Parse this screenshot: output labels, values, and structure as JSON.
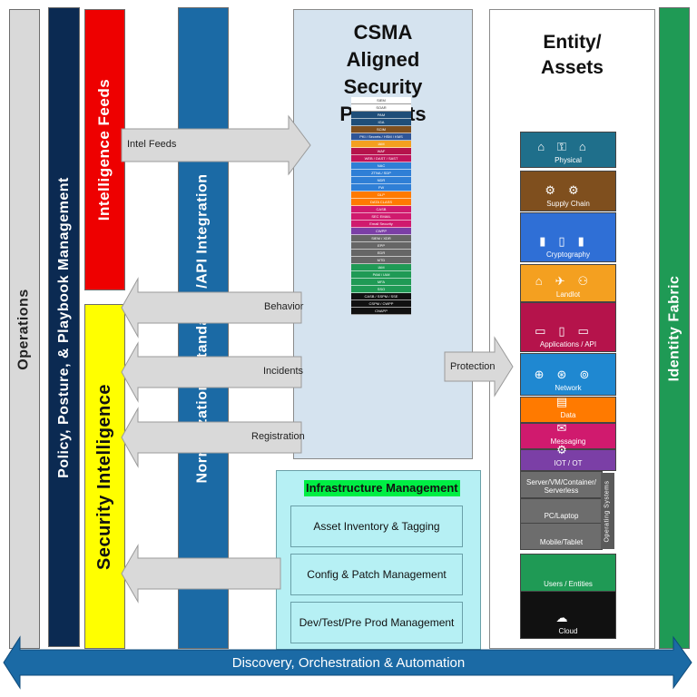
{
  "columns": {
    "operations": "Operations",
    "policy": "Policy, Posture, & Playbook Management",
    "intel_feeds": "Intelligence Feeds",
    "security_intel": "Security Intelligence",
    "normalization": "Normalization / Standards /API Integration",
    "identity_fabric": "Identity Fabric"
  },
  "csma": {
    "title": "CSMA Aligned Security Products"
  },
  "entity": {
    "title": "Entity/ Assets"
  },
  "arrows": {
    "intel_feeds": "Intel Feeds",
    "behavior": "Behavior",
    "incidents": "Incidents",
    "registration": "Registration",
    "protection": "Protection"
  },
  "product_stack": [
    {
      "label": "SIEM",
      "color": "#ffffff"
    },
    {
      "label": "SOAR",
      "color": "#ffffff"
    },
    {
      "label": "PAM",
      "color": "#1f4e79"
    },
    {
      "label": "IGA",
      "color": "#1f4e79"
    },
    {
      "label": "SCIM",
      "color": "#7f4f1e"
    },
    {
      "label": "PKI / Secrets / HSM / KMS",
      "color": "#2f5597"
    },
    {
      "label": "IAM",
      "color": "#f4a020"
    },
    {
      "label": "WAF",
      "color": "#b5134b"
    },
    {
      "label": "WEB / DAST / SAST",
      "color": "#c0145a"
    },
    {
      "label": "NAC",
      "color": "#2f7fd6"
    },
    {
      "label": "ZTNA / SDP",
      "color": "#2f7fd6"
    },
    {
      "label": "NDR",
      "color": "#2f7fd6"
    },
    {
      "label": "FW",
      "color": "#2f7fd6"
    },
    {
      "label": "DLP",
      "color": "#ff7a00"
    },
    {
      "label": "DATA CLASS",
      "color": "#ff7a00"
    },
    {
      "label": "CASB",
      "color": "#d01a6e"
    },
    {
      "label": "SEC EMAIL",
      "color": "#d01a6e"
    },
    {
      "label": "Email Security",
      "color": "#d01a6e"
    },
    {
      "label": "CWPP",
      "color": "#7b3fa6"
    },
    {
      "label": "SIEM / XDR",
      "color": "#666666"
    },
    {
      "label": "EPP",
      "color": "#666666"
    },
    {
      "label": "EDR",
      "color": "#666666"
    },
    {
      "label": "MTD",
      "color": "#666666"
    },
    {
      "label": "IAM",
      "color": "#1f9a55"
    },
    {
      "label": "PAM / IAM",
      "color": "#1f9a55"
    },
    {
      "label": "MFA",
      "color": "#1f9a55"
    },
    {
      "label": "SSO",
      "color": "#1f9a55"
    },
    {
      "label": "CASB / SSPM / SSE",
      "color": "#111111"
    },
    {
      "label": "CSPM / CWPP",
      "color": "#111111"
    },
    {
      "label": "CNAPP",
      "color": "#111111"
    }
  ],
  "assets": [
    {
      "label": "Physical",
      "color": "#1f6f8b",
      "icons": "⌂⚿⌂"
    },
    {
      "label": "Supply Chain",
      "color": "#7f4f1e",
      "icons": "⚙⚙"
    },
    {
      "label": "Cryptography",
      "color": "#2f6fd6",
      "icons": "▮▯▮"
    },
    {
      "label": "Landlot",
      "color": "#f4a020",
      "icons": "⌂✈⚇"
    },
    {
      "label": "Applications / API",
      "color": "#b5134b",
      "icons": "▭▯▭"
    },
    {
      "label": "Network",
      "color": "#1f88d1",
      "icons": "⊕⊛⊚"
    },
    {
      "label": "Data",
      "color": "#ff7a00",
      "icons": "▤"
    },
    {
      "label": "Messaging",
      "color": "#d01a6e",
      "icons": "✉"
    },
    {
      "label": "IOT / OT",
      "color": "#7b3fa6",
      "icons": "⚙"
    },
    {
      "label": "Server/VM/Container/ Serverless",
      "color": "#6d6d6d",
      "icons": ""
    },
    {
      "label": "PC/Laptop",
      "color": "#6d6d6d",
      "icons": ""
    },
    {
      "label": "Mobile/Tablet",
      "color": "#6d6d6d",
      "icons": ""
    },
    {
      "label": "Users / Entities",
      "color": "#1f9a55",
      "icons": ""
    },
    {
      "label": "Cloud",
      "color": "#111111",
      "icons": "☁"
    }
  ],
  "operating_systems": "Operating Systems",
  "infrastructure": {
    "title": "Infrastructure Management",
    "items": [
      "Asset Inventory & Tagging",
      "Config & Patch Management",
      "Dev/Test/Pre Prod Management"
    ]
  },
  "bottom_bar": "Discovery, Orchestration & Automation"
}
